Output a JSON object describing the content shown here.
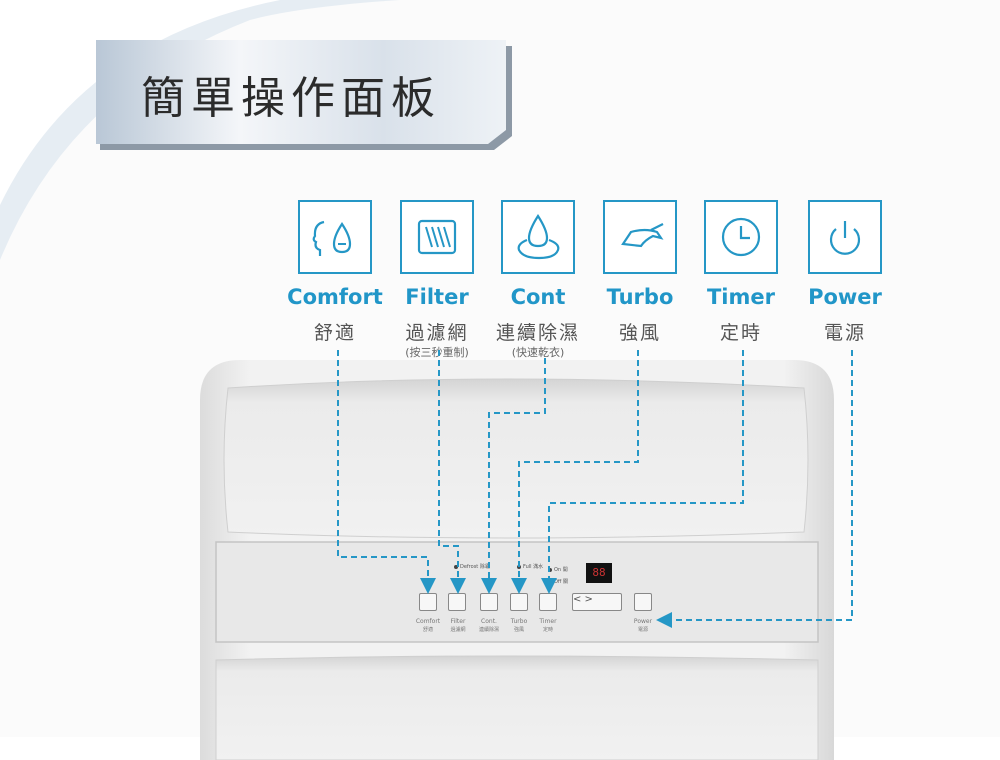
{
  "header": {
    "title": "簡單操作面板"
  },
  "features": [
    {
      "name": "Comfort",
      "zh": "舒適",
      "note": "",
      "icon": "face-drop-icon"
    },
    {
      "name": "Filter",
      "zh": "過濾網",
      "note": "(按三秒重制)",
      "icon": "filter-icon"
    },
    {
      "name": "Cont",
      "zh": "連續除濕",
      "note": "(快速乾衣)",
      "icon": "drop-circle-icon"
    },
    {
      "name": "Turbo",
      "zh": "強風",
      "note": "",
      "icon": "wind-icon"
    },
    {
      "name": "Timer",
      "zh": "定時",
      "note": "",
      "icon": "clock-icon"
    },
    {
      "name": "Power",
      "zh": "電源",
      "note": "",
      "icon": "power-icon"
    }
  ],
  "panel": {
    "indicators": {
      "defrost": "Defrost 除霜",
      "full": "Full 滿水",
      "on": "On 開",
      "off": "Off 關"
    },
    "display": "88",
    "buttons": [
      {
        "label": "Comfort",
        "zh": "舒適"
      },
      {
        "label": "Filter",
        "zh": "過濾網"
      },
      {
        "label": "Cont.",
        "zh": "連續除濕"
      },
      {
        "label": "Turbo",
        "zh": "強風"
      },
      {
        "label": "Timer",
        "zh": "定時"
      },
      {
        "label": "Power",
        "zh": "電源"
      }
    ],
    "arrows": "<   >"
  },
  "colors": {
    "accent": "#2196c8",
    "background_curve": "#e9eff4",
    "unit_body": "#e9e9e9"
  }
}
